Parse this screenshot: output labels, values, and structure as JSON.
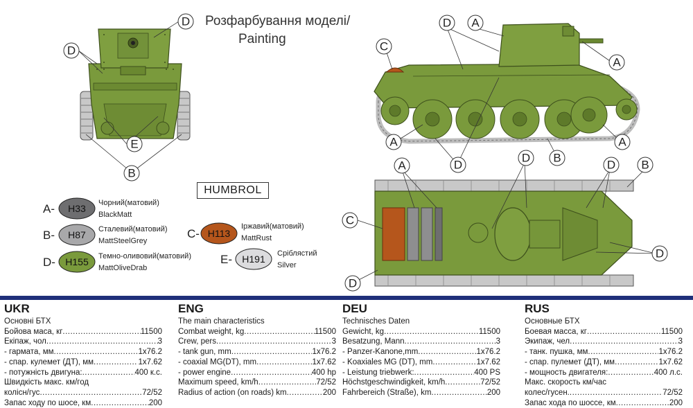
{
  "title": {
    "line1": "Розфарбування моделі/",
    "line2": "Painting"
  },
  "brand": "HUMBROL",
  "callouts": {
    "A": "A",
    "B": "B",
    "C": "C",
    "D": "D",
    "E": "E"
  },
  "colors": {
    "olive": "#7a9a3c",
    "olive_dark": "#5e7a2a",
    "black_matt": "#6e6e70",
    "steel_grey": "#a8a8aa",
    "rust": "#b5561c",
    "silver": "#dcdcde",
    "band": "#1f2f7a"
  },
  "paints": [
    {
      "letter": "A-",
      "code": "H33",
      "name_ua": "Чорний(матовий)",
      "name_en": "BlackMatt"
    },
    {
      "letter": "B-",
      "code": "H87",
      "name_ua": "Сталевий(матовий)",
      "name_en": "MattSteelGrey"
    },
    {
      "letter": "C-",
      "code": "H113",
      "name_ua": "Іржавий(матовий)",
      "name_en": "MattRust"
    },
    {
      "letter": "D-",
      "code": "H155",
      "name_ua": "Темно-оливовий(матовий)",
      "name_en": "MattOliveDrab"
    },
    {
      "letter": "E-",
      "code": "H191",
      "name_ua": "Сріблястий",
      "name_en": "Silver"
    }
  ],
  "specs": [
    {
      "lang": "UKR",
      "rows": [
        {
          "k": "Основні БТХ",
          "v": ""
        },
        {
          "k": "Бойова маса, кг",
          "v": "11500",
          "dots": true
        },
        {
          "k": "Екіпаж, чол",
          "v": "3",
          "dots": true
        },
        {
          "k": " - гармата, мм",
          "v": "1x76.2",
          "dots": true
        },
        {
          "k": "  - спар. кулемет (ДТ), мм",
          "v": "1x7.62",
          "dots": true
        },
        {
          "k": " - потужність двигуна:",
          "v": "400 к.с.",
          "dots": true
        },
        {
          "k": "Швидкість макс. км/год",
          "v": ""
        },
        {
          "k": "колісн/гус",
          "v": "72/52",
          "dots": true
        },
        {
          "k": "Запас ходу по шосе, км",
          "v": "200",
          "dots": true
        }
      ]
    },
    {
      "lang": "ENG",
      "rows": [
        {
          "k": "The main characteristics",
          "v": ""
        },
        {
          "k": "Combat weight, kg",
          "v": "11500",
          "dots": true
        },
        {
          "k": "Crew, pers",
          "v": "3",
          "dots": true
        },
        {
          "k": " - tank gun, mm",
          "v": "1x76.2",
          "dots": true
        },
        {
          "k": " - coaxial MG(DT), mm",
          "v": "1x7.62",
          "dots": true
        },
        {
          "k": " - power engine",
          "v": "400 hp",
          "dots": true
        },
        {
          "k": "Maximum speed, km/h",
          "v": "72/52",
          "dots": true
        },
        {
          "k": "Radius of action (on roads) km",
          "v": "200",
          "dots": true
        }
      ]
    },
    {
      "lang": "DEU",
      "rows": [
        {
          "k": "Technisches Daten",
          "v": ""
        },
        {
          "k": "Gewicht, kg",
          "v": "11500",
          "dots": true
        },
        {
          "k": "Besatzung, Mann",
          "v": "3",
          "dots": true
        },
        {
          "k": " - Panzer-Kanone,mm",
          "v": "1x76.2",
          "dots": true
        },
        {
          "k": " - Koaxiales MG (DT), mm",
          "v": "1x7.62",
          "dots": true
        },
        {
          "k": " - Leistung triebwerk:",
          "v": "400 PS",
          "dots": true
        },
        {
          "k": "Höchstgeschwindigkeit, km/h",
          "v": "72/52",
          "dots": true
        },
        {
          "k": "Fahrbereich (Straße), km",
          "v": "200",
          "dots": true
        }
      ]
    },
    {
      "lang": "RUS",
      "rows": [
        {
          "k": "Основные БТХ",
          "v": ""
        },
        {
          "k": "Боевая масса, кг",
          "v": "11500",
          "dots": true
        },
        {
          "k": "Экипаж, чел",
          "v": "3",
          "dots": true
        },
        {
          "k": " - танк. пушка, мм",
          "v": "1x76.2",
          "dots": true
        },
        {
          "k": "  - спар. пулемет (ДТ), мм",
          "v": "1x7.62",
          "dots": true
        },
        {
          "k": " - мощность двигателя:",
          "v": "400 л.с.",
          "dots": true
        },
        {
          "k": "Макс. скорость км/час",
          "v": ""
        },
        {
          "k": "колес/гусен.",
          "v": "72/52",
          "dots": true
        },
        {
          "k": "Запас хода по шоссе, км",
          "v": "200",
          "dots": true
        }
      ]
    }
  ]
}
